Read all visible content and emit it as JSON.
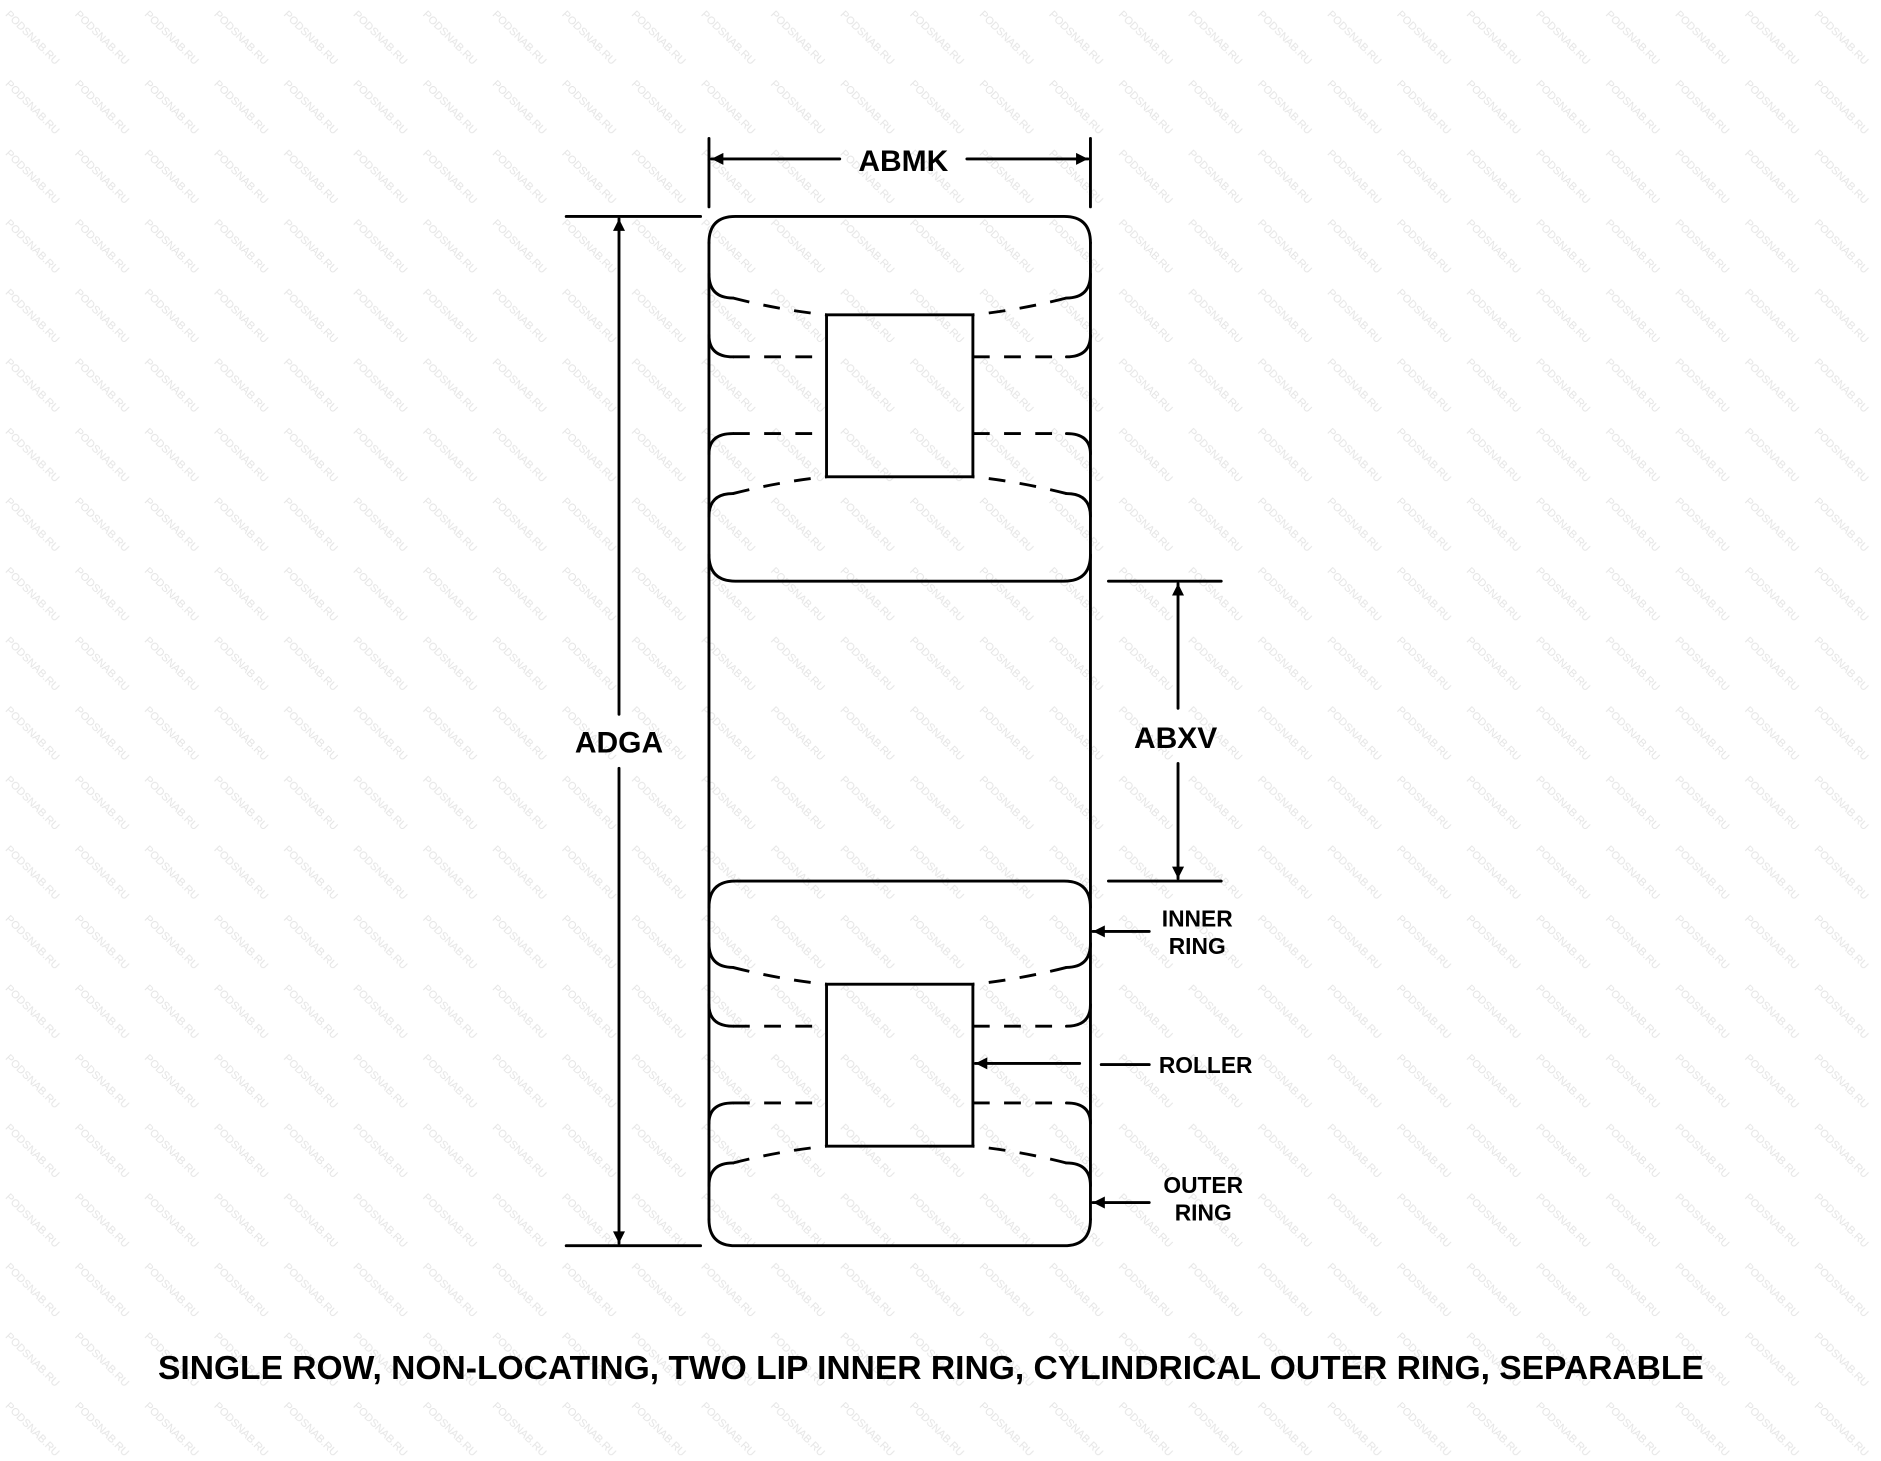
{
  "watermark": "PODSNAB.RU",
  "dimensions": {
    "width": "ABMK",
    "outer_diameter": "ADGA",
    "bore": "ABXV"
  },
  "callouts": {
    "inner_ring": [
      "INNER",
      "RING"
    ],
    "roller": "ROLLER",
    "outer_ring": [
      "OUTER",
      "RING"
    ]
  },
  "caption": "SINGLE ROW, NON-LOCATING, TWO LIP INNER RING, CYLINDRICAL OUTER RING, SEPARABLE"
}
